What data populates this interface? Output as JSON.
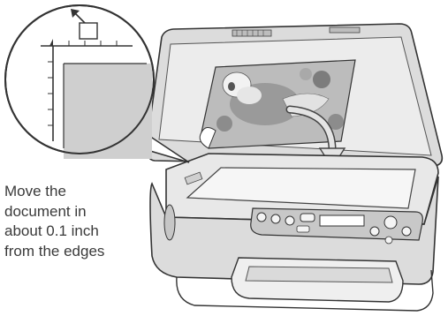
{
  "caption": {
    "lines": [
      "Move the",
      "document in",
      "about 0.1 inch",
      "from the edges"
    ]
  },
  "icons": {
    "corner_mark": "document-corner-arrow-icon",
    "placement_arrow": "curved-down-arrow-icon"
  },
  "colors": {
    "outline": "#333333",
    "light_gray": "#ececec",
    "mid_gray": "#cfcfcf",
    "dark_gray": "#8a8a8a"
  }
}
